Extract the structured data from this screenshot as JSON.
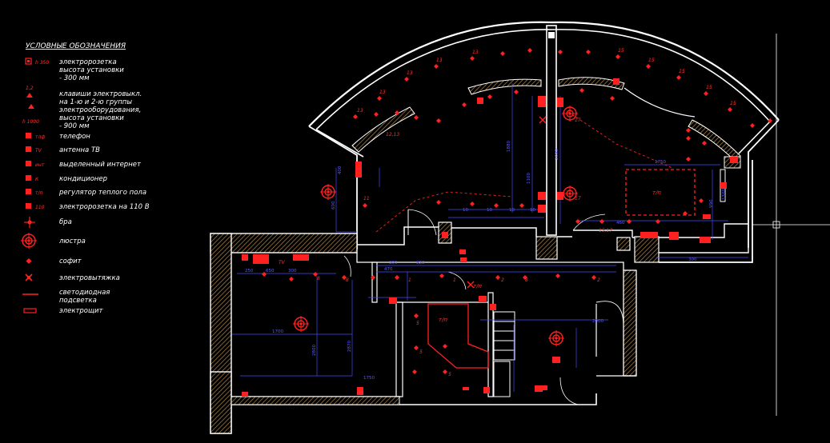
{
  "legend": {
    "title": "УСЛОВНЫЕ ОБОЗНАЧЕНИЯ",
    "items": [
      {
        "code": "h 350",
        "lines": [
          "электророзетка",
          "высота установки",
          "- 300 мм"
        ]
      },
      {
        "code": "1,2",
        "code2": "h 1000",
        "lines": [
          "клавиши электровыкл.",
          "на 1-ю и 2-ю группы",
          "электрооборудования,",
          "высота установки",
          "- 900 мм"
        ]
      },
      {
        "code": "тлф",
        "lines": [
          "телефон"
        ]
      },
      {
        "code": "TV",
        "lines": [
          "антенна ТВ"
        ]
      },
      {
        "code": "инт",
        "lines": [
          "выделенный интернет"
        ]
      },
      {
        "code": "К",
        "lines": [
          "кондиционер"
        ]
      },
      {
        "code": "т/п",
        "lines": [
          "регулятор теплого пола"
        ]
      },
      {
        "code": "110",
        "lines": [
          "электророзетка на 110 В"
        ]
      },
      {
        "code": "",
        "lines": [
          "бра"
        ]
      },
      {
        "code": "",
        "lines": [
          "люстра"
        ]
      },
      {
        "code": "",
        "lines": [
          "софит"
        ]
      },
      {
        "code": "",
        "lines": [
          "электровытяжка"
        ]
      },
      {
        "code": "",
        "lines": [
          "светодиодная",
          "подсветка"
        ]
      },
      {
        "code": "",
        "lines": [
          "электрощит"
        ]
      }
    ]
  },
  "plan": {
    "room_labels": [
      "т/п",
      "т/п",
      "т/п"
    ],
    "tv_label": "TV",
    "dimensions": [
      "1750",
      "1880",
      "2090",
      "1100",
      "990",
      "1700",
      "2800",
      "2870",
      "2000",
      "1750",
      "600",
      "400",
      "250",
      "650",
      "300",
      "470",
      "520",
      "300",
      "200",
      "1100",
      "460",
      "10",
      "10",
      "10",
      "10"
    ],
    "markers": [
      "13",
      "13",
      "13",
      "13",
      "13",
      "15",
      "15",
      "15",
      "15",
      "15",
      "17",
      "17",
      "5",
      "5",
      "5",
      "8",
      "8",
      "8",
      "1",
      "1",
      "2",
      "2",
      "11",
      "12,13",
      "15,17"
    ]
  },
  "colors": {
    "background": "#000000",
    "walls": "#ffffff",
    "hatch": "#8a6a3a",
    "electrical": "#ff2020",
    "dimensions": "#4848ff",
    "dashed": "#ff2020"
  }
}
